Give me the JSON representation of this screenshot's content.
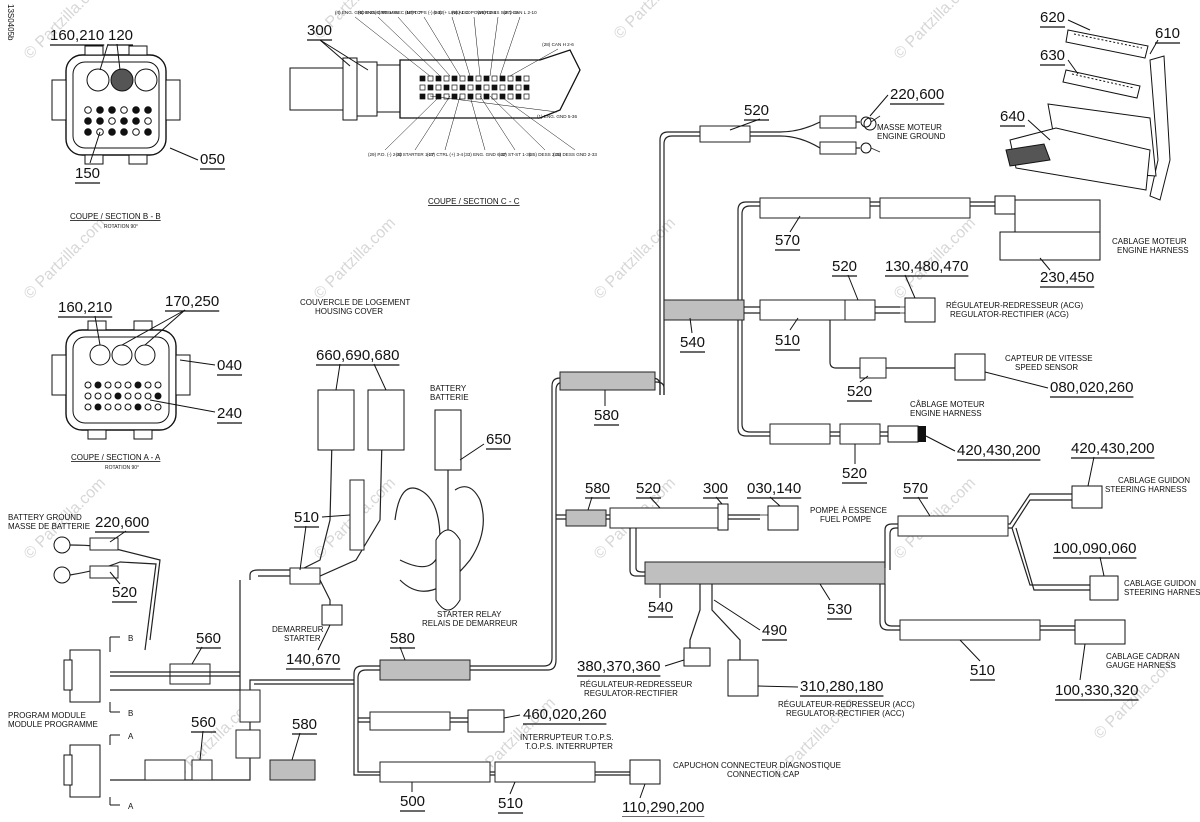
{
  "diagram": {
    "id_code": "13S0405b",
    "watermark": "© Partzilla.com",
    "sections": [
      {
        "title": "COUPE / SECTION B - B",
        "rotation": "ROTATION 90°"
      },
      {
        "title": "COUPE / SECTION C - C"
      },
      {
        "title": "COUPE / SECTION A - A",
        "rotation": "ROTATION 90°"
      }
    ],
    "callouts": {
      "c160_210_b": "160,210",
      "c120": "120",
      "c050": "050",
      "c150": "150",
      "c300_top": "300",
      "c160_210_a": "160,210",
      "c170_250": "170,250",
      "c040": "040",
      "c240": "240",
      "c620": "620",
      "c610": "610",
      "c630": "630",
      "c640": "640",
      "c520_top": "520",
      "c220_600_top": "220,600",
      "c570_top": "570",
      "c230_450": "230,450",
      "c520_b": "520",
      "c130_480_470": "130,480,470",
      "c540_top": "540",
      "c510_mid": "510",
      "c520_c": "520",
      "c080_020_260": "080,020,260",
      "c580_mid": "580",
      "c520_d": "520",
      "c420_430_200_a": "420,430,200",
      "c660_690_680": "660,690,680",
      "c650": "650",
      "c510_left": "510",
      "c140_670": "140,670",
      "c220_600_bat": "220,600",
      "c520_bat": "520",
      "c560_top": "560",
      "c560_bot": "560",
      "c580_low1": "580",
      "c580_low2": "580",
      "c580_fp": "580",
      "c520_fp": "520",
      "c300_fp": "300",
      "c030_140": "030,140",
      "c570_r": "570",
      "c420_430_200_b": "420,430,200",
      "c100_090_060": "100,090,060",
      "c540_low": "540",
      "c530": "530",
      "c490": "490",
      "c380_370_360": "380,370,360",
      "c310_280_180": "310,280,180",
      "c510_r": "510",
      "c100_330_320": "100,330,320",
      "c460_020_260": "460,020,260",
      "c500": "500",
      "c510_bot": "510",
      "c110_290_200": "110,290,200"
    },
    "labels": {
      "couvercle": [
        "COUVERCLE DE LOGEMENT",
        "HOUSING COVER"
      ],
      "battery": [
        "BATTERY",
        "BATTERIE"
      ],
      "masse_moteur": [
        "MASSE MOTEUR",
        "ENGINE GROUND"
      ],
      "cablage_moteur_1": [
        "CABLAGE MOTEUR",
        "ENGINE HARNESS"
      ],
      "regulateur_acg": [
        "RÉGULATEUR-REDRESSEUR (ACG)",
        "REGULATOR-RECTIFIER (ACG)"
      ],
      "capteur_vitesse": [
        "CAPTEUR DE VITESSE",
        "SPEED SENSOR"
      ],
      "cablage_moteur_2": [
        "CÂBLAGE MOTEUR",
        "ENGINE HARNESS"
      ],
      "battery_ground": [
        "BATTERY GROUND",
        "MASSE DE BATTERIE"
      ],
      "pompe": [
        "POMPE À ESSENCE",
        "FUEL POMPE"
      ],
      "cablage_guidon_1": [
        "CABLAGE GUIDON",
        "STEERING HARNESS"
      ],
      "cablage_guidon_2": [
        "CABLAGE GUIDON",
        "STEERING HARNESS"
      ],
      "demarreur": [
        "DEMARREUR",
        "STARTER"
      ],
      "starter_relay": [
        "STARTER RELAY",
        "RELAIS DE DEMARREUR"
      ],
      "cablage_cadran": [
        "CABLAGE CADRAN",
        "GAUGE HARNESS"
      ],
      "regulateur_1": [
        "RÉGULATEUR-REDRESSEUR",
        "REGULATOR-RECTIFIER"
      ],
      "regulateur_acc": [
        "RÉGULATEUR-REDRESSEUR (ACC)",
        "REGULATOR-RECTIFIER (ACC)"
      ],
      "program_module": [
        "PROGRAM MODULE",
        "MODULE PROGRAMME"
      ],
      "interrupteur": [
        "INTERRUPTEUR T.O.P.S.",
        "T.O.P.S. INTERRUPTER"
      ],
      "capuchon": [
        "CAPUCHON CONNECTEUR DIAGNOSTIQUE",
        "CONNECTION CAP"
      ]
    },
    "section_markers": {
      "b": "B",
      "a": "A"
    },
    "pin_labels_c": [
      "(4) ENG. GND 6-35",
      "(5) ENG. GND 1-35",
      "(6) PRIM-SEC INTR. 7",
      "(18) TOPS (-) 6-32",
      "(24) (+ LINE) 1-20",
      "(9) ACC. POWER 2-4",
      "(26) DESS SW 2-35",
      "(27) CAN L 2-10",
      "(28) CAN H 2-6",
      "(1) ENG. GND 5-36",
      "(29) P.D. (-) 2-33",
      "(8) STARTER 1-37",
      "(17) CTRL (+) 3-4",
      "(33) ENG. GND 6-37",
      "(32) ST-ST 1-36",
      "(35) DESS 2-33",
      "(25) DESS GND 2-33"
    ]
  }
}
